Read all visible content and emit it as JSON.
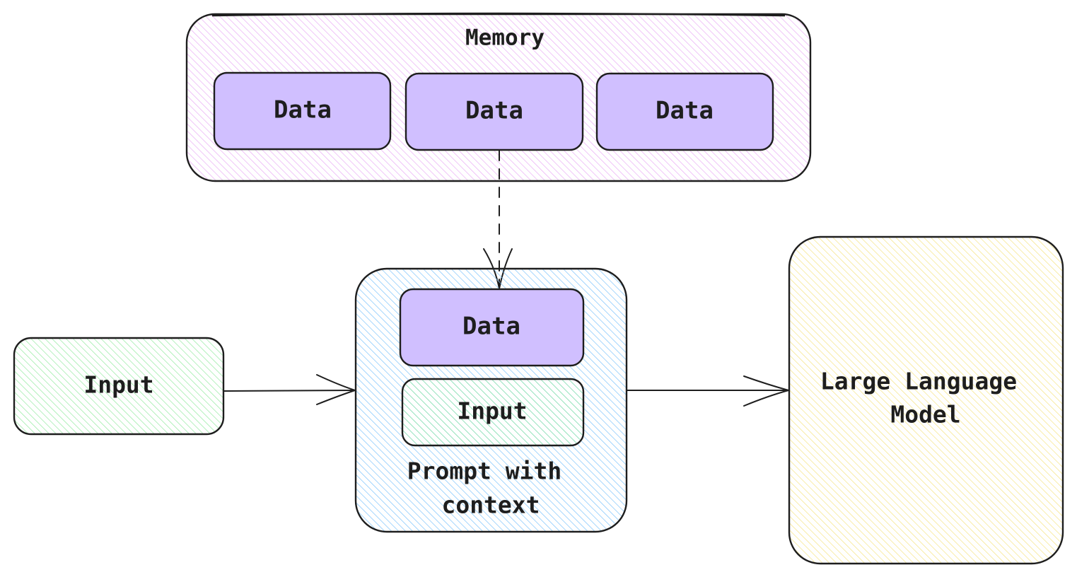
{
  "colors": {
    "memory_hatch": "#e599f7",
    "data_fill": "#d0bfff",
    "input_hatch": "#8ce99a",
    "input_fill": "#d3f9d8",
    "prompt_hatch": "#74c0fc",
    "llm_hatch": "#ffec99",
    "stroke": "#1e1e1e"
  },
  "memory": {
    "title": "Memory",
    "items": [
      "Data",
      "Data",
      "Data"
    ]
  },
  "input_node": {
    "label": "Input"
  },
  "prompt": {
    "data_label": "Data",
    "input_label": "Input",
    "caption_line1": "Prompt with",
    "caption_line2": "context"
  },
  "llm": {
    "label_line1": "Large Language",
    "label_line2": "Model"
  }
}
